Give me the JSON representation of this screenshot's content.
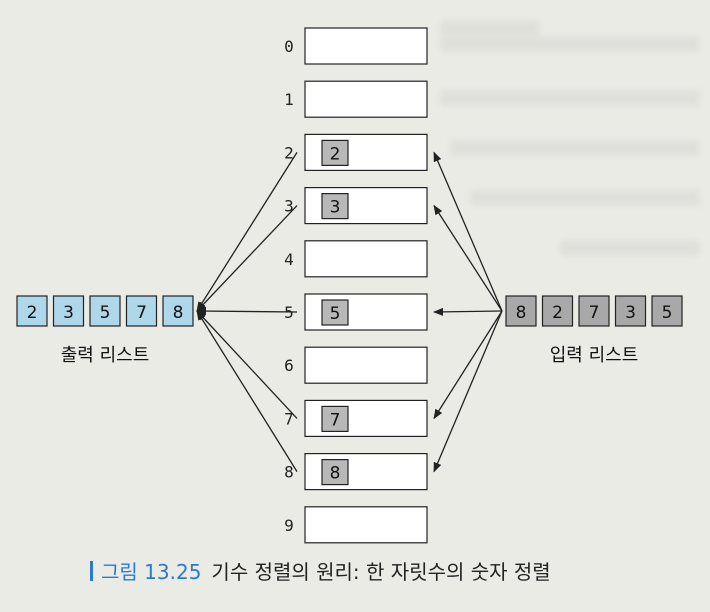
{
  "buckets": [
    {
      "index": "0",
      "digit": null
    },
    {
      "index": "1",
      "digit": null
    },
    {
      "index": "2",
      "digit": "2"
    },
    {
      "index": "3",
      "digit": "3"
    },
    {
      "index": "4",
      "digit": null
    },
    {
      "index": "5",
      "digit": "5"
    },
    {
      "index": "6",
      "digit": null
    },
    {
      "index": "7",
      "digit": "7"
    },
    {
      "index": "8",
      "digit": "8"
    },
    {
      "index": "9",
      "digit": null
    }
  ],
  "output_list": {
    "label": "출력 리스트",
    "values": [
      "2",
      "3",
      "5",
      "7",
      "8"
    ]
  },
  "input_list": {
    "label": "입력 리스트",
    "values": [
      "8",
      "2",
      "7",
      "3",
      "5"
    ]
  },
  "caption": {
    "label": "그림 13.25",
    "text": "기수 정렬의 원리: 한 자릿수의 숫자 정렬"
  },
  "colors": {
    "list_cell_fill": "#aed7ea",
    "input_cell_fill": "#a8a8a8",
    "bucket_item_fill": "#b8b8b8",
    "accent": "#2a7bd0",
    "stroke": "#222222"
  }
}
